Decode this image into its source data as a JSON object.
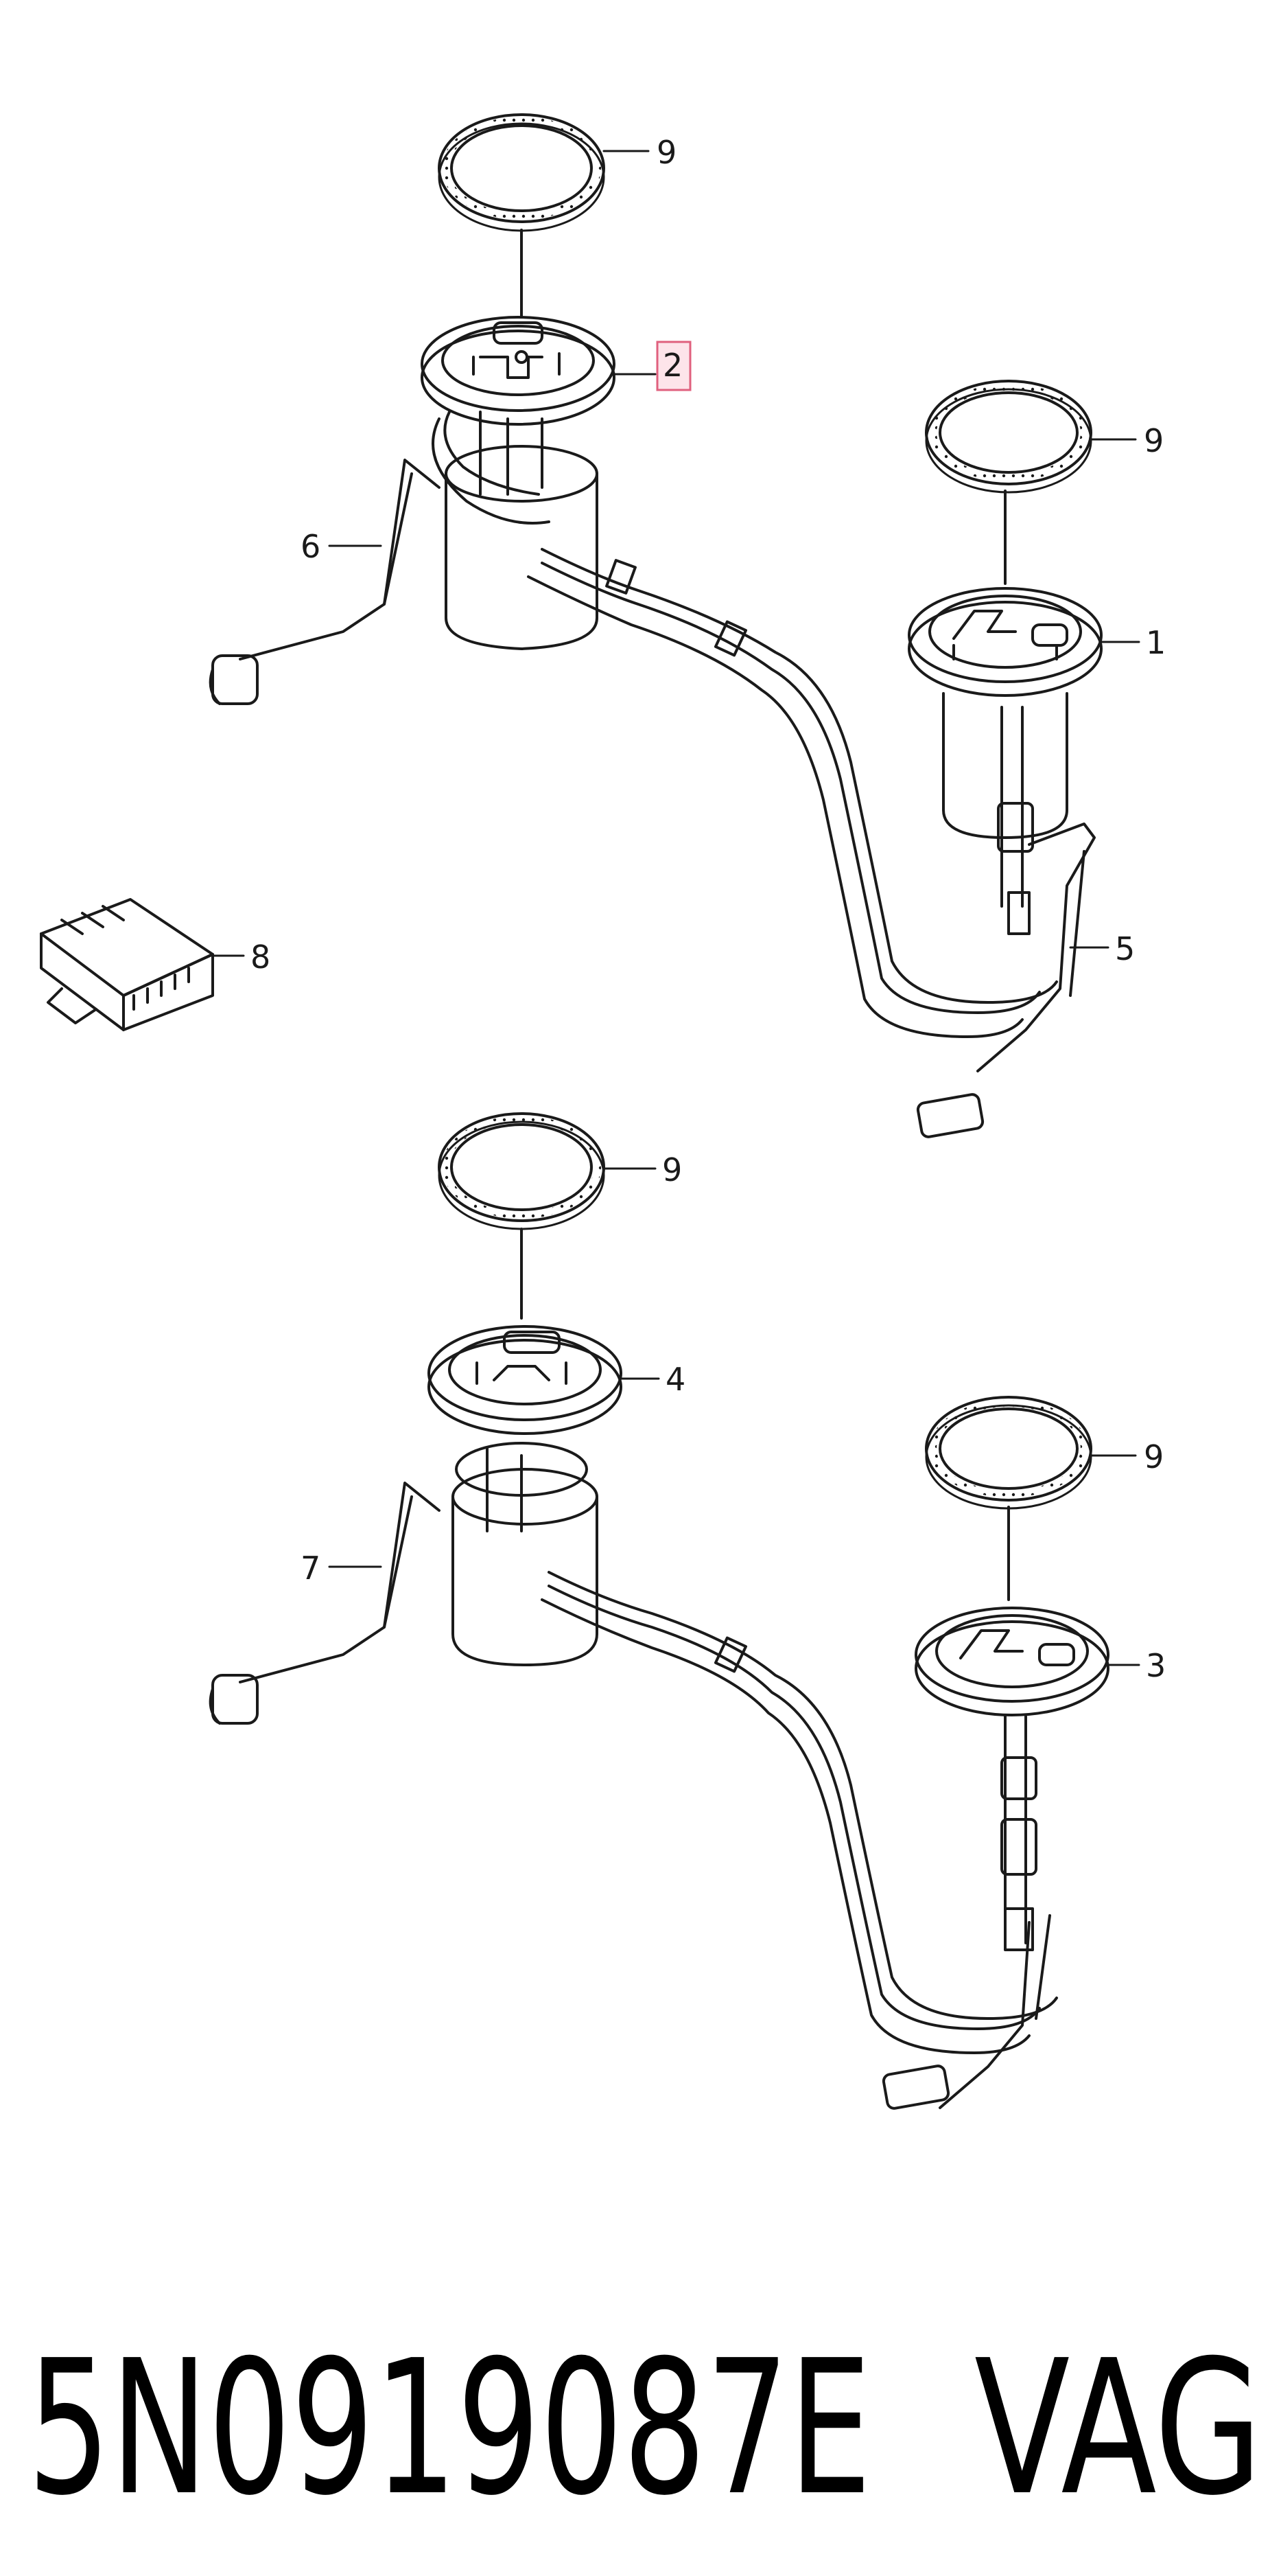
{
  "callouts": [
    {
      "id": "9a",
      "label": "9"
    },
    {
      "id": "2",
      "label": "2",
      "highlighted": true
    },
    {
      "id": "9b",
      "label": "9"
    },
    {
      "id": "1",
      "label": "1"
    },
    {
      "id": "6",
      "label": "6"
    },
    {
      "id": "8",
      "label": "8"
    },
    {
      "id": "5",
      "label": "5"
    },
    {
      "id": "9c",
      "label": "9"
    },
    {
      "id": "4",
      "label": "4"
    },
    {
      "id": "9d",
      "label": "9"
    },
    {
      "id": "7",
      "label": "7"
    },
    {
      "id": "3",
      "label": "3"
    }
  ],
  "footer": {
    "part_number": "5N0919087E",
    "brand": "VAG"
  },
  "colors": {
    "line": "#1a1a1a",
    "highlight_fill": "#fde4ea",
    "highlight_stroke": "#e0607e"
  }
}
